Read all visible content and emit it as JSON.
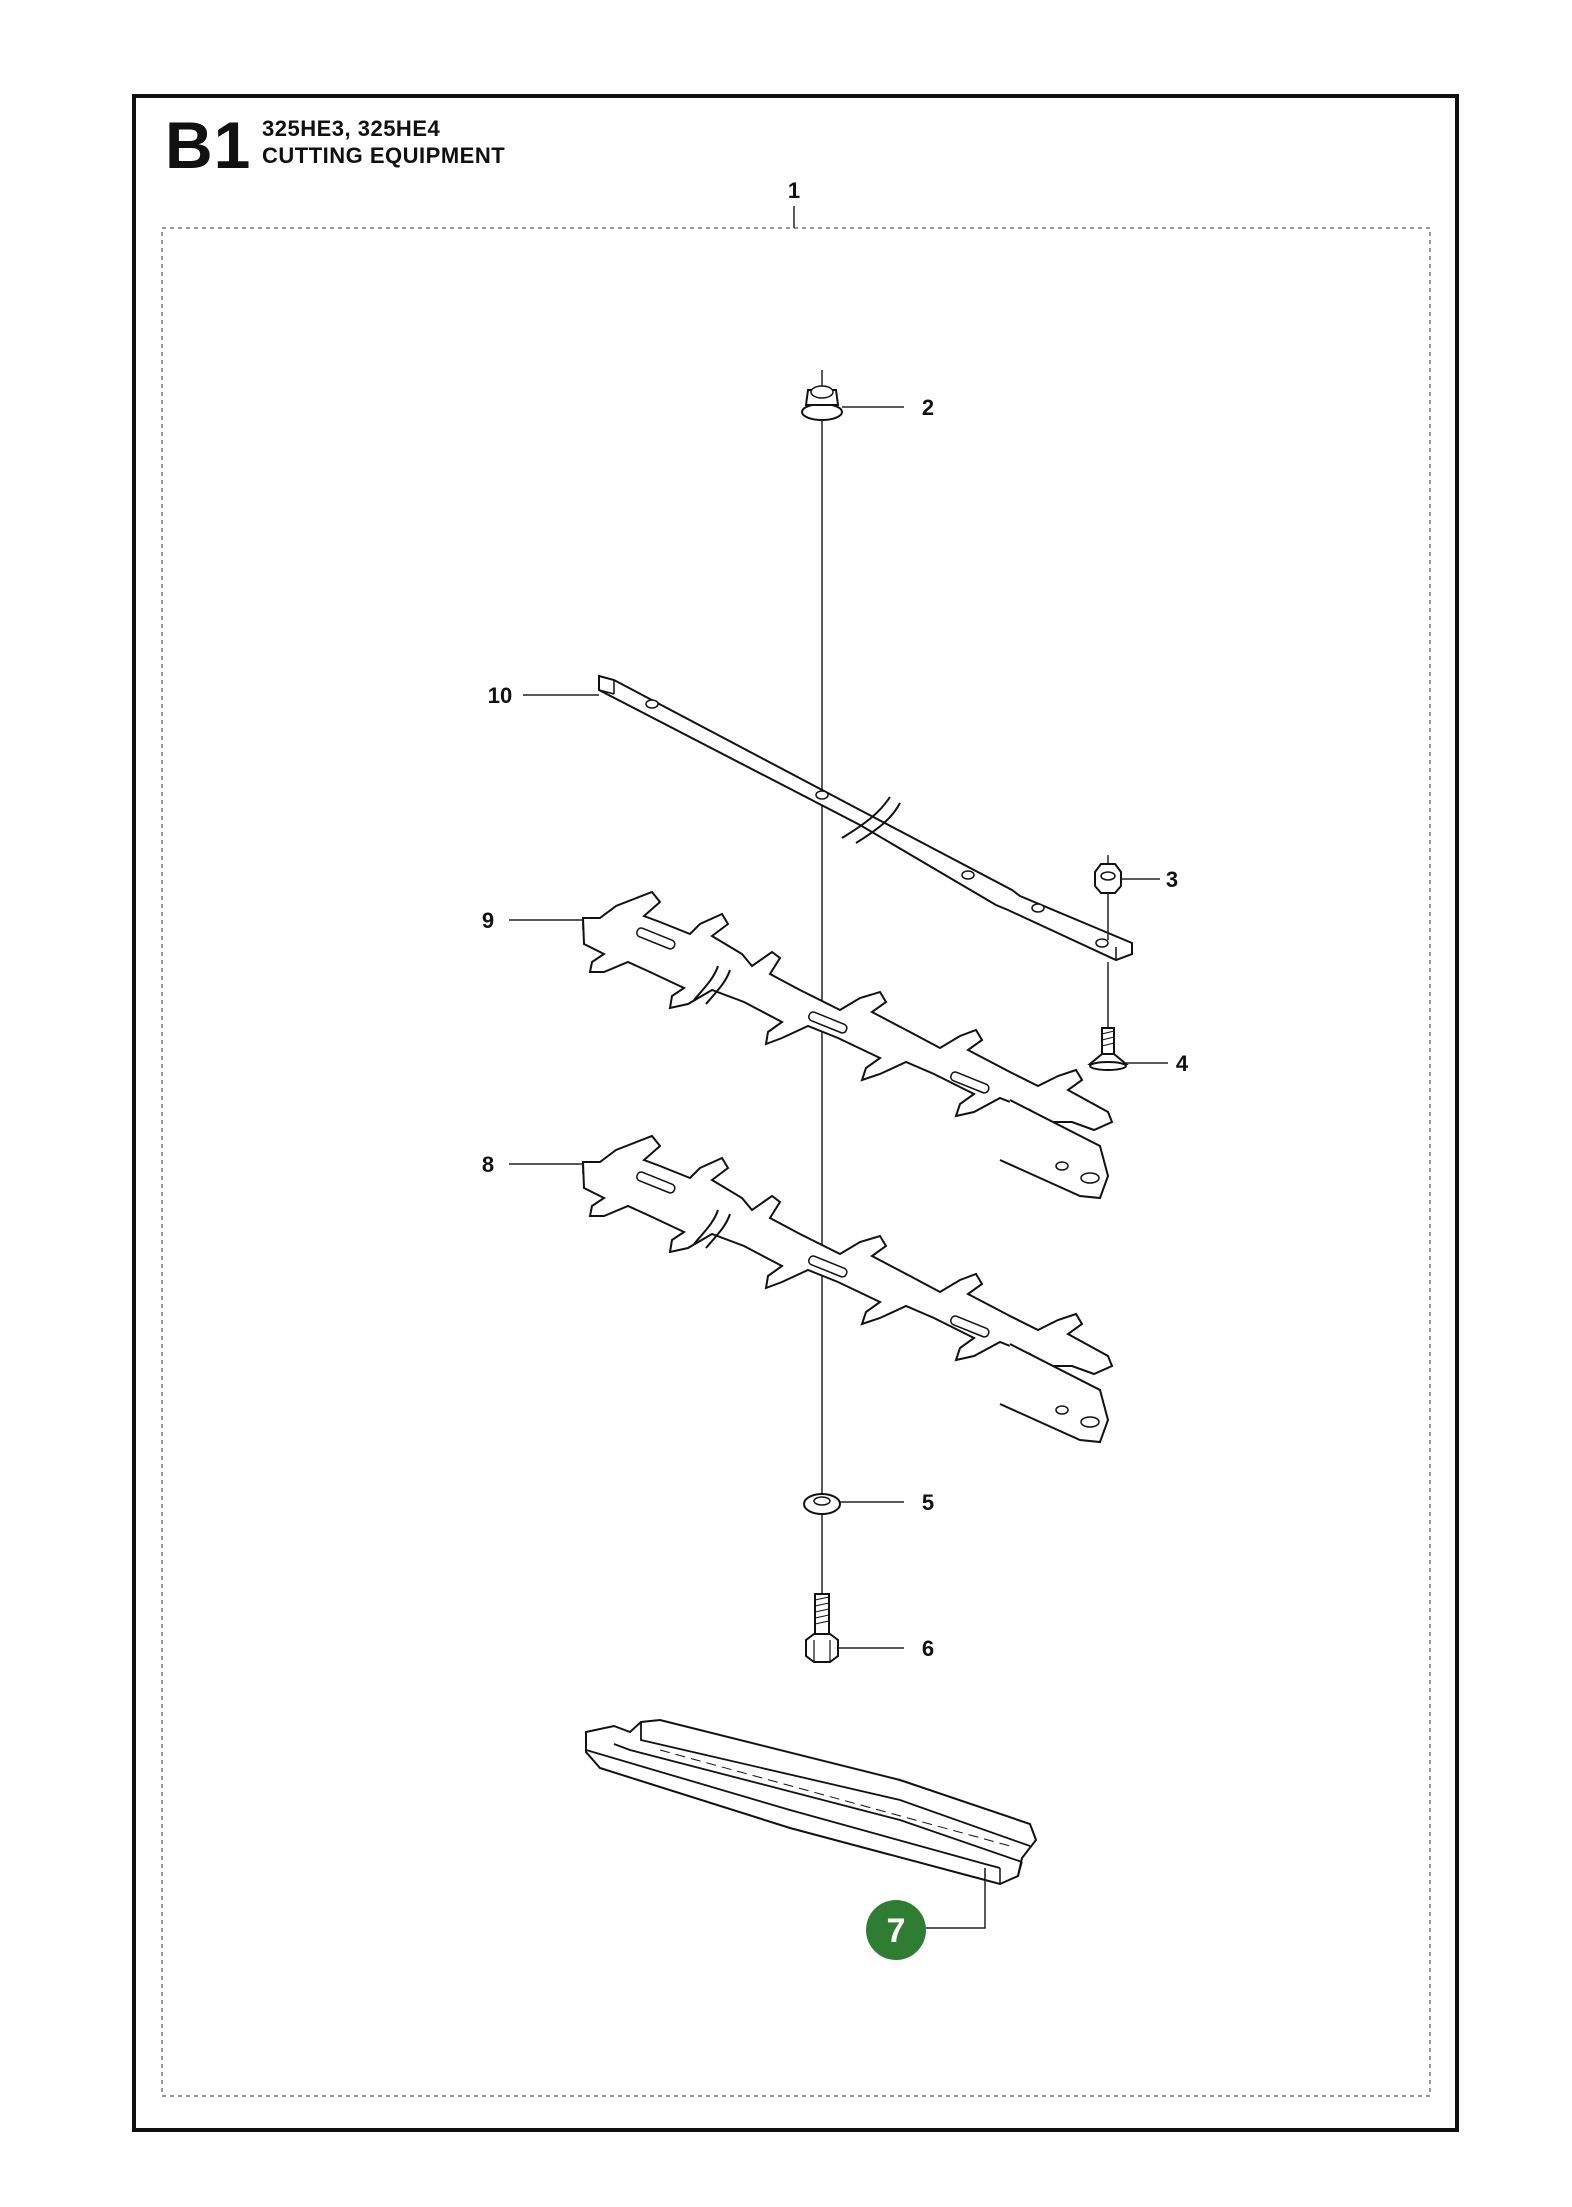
{
  "header": {
    "section_code": "B1",
    "models": "325HE3, 325HE4",
    "section_title": "CUTTING EQUIPMENT"
  },
  "callouts": [
    {
      "id": "1",
      "label": "1"
    },
    {
      "id": "2",
      "label": "2"
    },
    {
      "id": "3",
      "label": "3"
    },
    {
      "id": "4",
      "label": "4"
    },
    {
      "id": "5",
      "label": "5"
    },
    {
      "id": "6",
      "label": "6"
    },
    {
      "id": "7",
      "label": "7",
      "highlighted": true
    },
    {
      "id": "8",
      "label": "8"
    },
    {
      "id": "9",
      "label": "9"
    },
    {
      "id": "10",
      "label": "10"
    }
  ],
  "colors": {
    "frame": "#111111",
    "line": "#222222",
    "highlight": "#2e7d32",
    "background": "#ffffff"
  }
}
